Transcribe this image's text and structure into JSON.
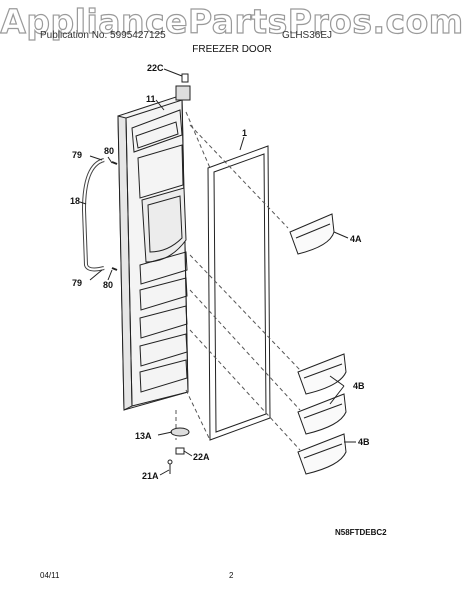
{
  "watermark": "AppliancePartsPros.com",
  "header": {
    "left": "Publication No. 5995427125",
    "right": "GLHS36EJ"
  },
  "title": "FREEZER DOOR",
  "labels": {
    "22C": "22C",
    "11": "11",
    "1": "1",
    "79a": "79",
    "80a": "80",
    "18": "18",
    "79b": "79",
    "80b": "80",
    "4A": "4A",
    "4B1": "4B",
    "4B2": "4B",
    "13A": "13A",
    "22A": "22A",
    "21A": "21A"
  },
  "diagram_code": "N58FTDEBC2",
  "footer": {
    "date": "04/11",
    "page": "2"
  }
}
